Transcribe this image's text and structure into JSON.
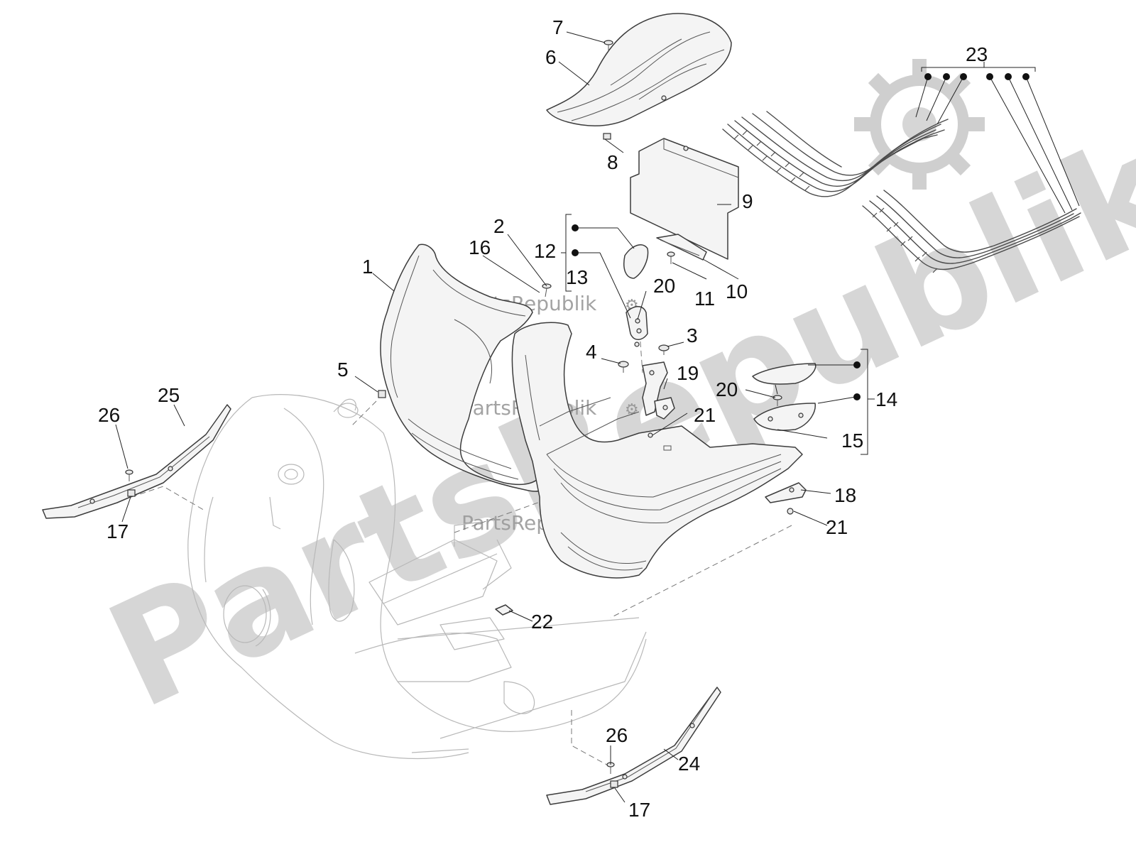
{
  "watermark": {
    "big_text": "PartsRepublik",
    "small_text": "PartsRepublik",
    "logo_icon": "gear-logo-icon"
  },
  "callouts": [
    {
      "id": "c1",
      "label": "1"
    },
    {
      "id": "c2",
      "label": "2"
    },
    {
      "id": "c3",
      "label": "3"
    },
    {
      "id": "c4",
      "label": "4"
    },
    {
      "id": "c5",
      "label": "5"
    },
    {
      "id": "c6",
      "label": "6"
    },
    {
      "id": "c7",
      "label": "7"
    },
    {
      "id": "c8",
      "label": "8"
    },
    {
      "id": "c9",
      "label": "9"
    },
    {
      "id": "c10",
      "label": "10"
    },
    {
      "id": "c11",
      "label": "11"
    },
    {
      "id": "c12",
      "label": "12"
    },
    {
      "id": "c13",
      "label": "13"
    },
    {
      "id": "c14",
      "label": "14"
    },
    {
      "id": "c15",
      "label": "15"
    },
    {
      "id": "c16",
      "label": "16"
    },
    {
      "id": "c17a",
      "label": "17"
    },
    {
      "id": "c17b",
      "label": "17"
    },
    {
      "id": "c18",
      "label": "18"
    },
    {
      "id": "c19",
      "label": "19"
    },
    {
      "id": "c20a",
      "label": "20"
    },
    {
      "id": "c20b",
      "label": "20"
    },
    {
      "id": "c21a",
      "label": "21"
    },
    {
      "id": "c21b",
      "label": "21"
    },
    {
      "id": "c22",
      "label": "22"
    },
    {
      "id": "c23",
      "label": "23"
    },
    {
      "id": "c24",
      "label": "24"
    },
    {
      "id": "c25",
      "label": "25"
    },
    {
      "id": "c26a",
      "label": "26"
    },
    {
      "id": "c26b",
      "label": "26"
    }
  ]
}
